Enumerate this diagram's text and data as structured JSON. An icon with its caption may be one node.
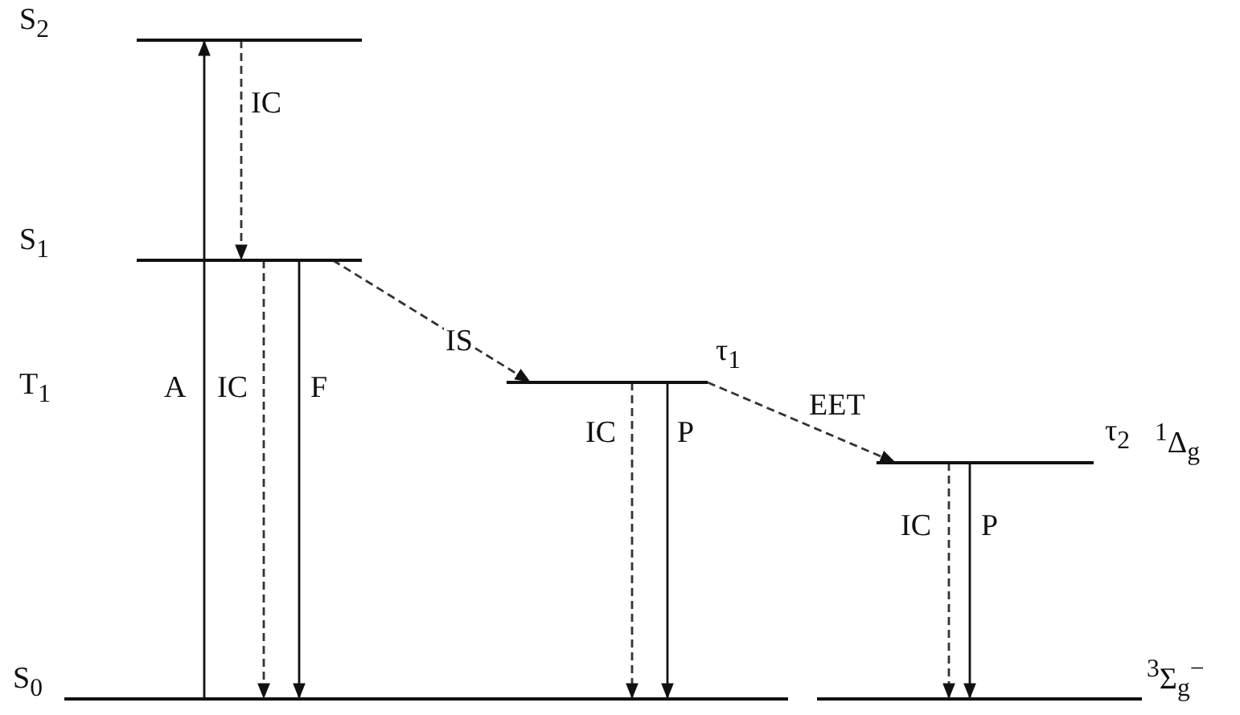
{
  "diagram": {
    "nodes": [
      {
        "text": [
          "S$_{2}$"
        ]
      },
      {
        "text": [
          "S$_{1}$"
        ]
      },
      {
        "text": [
          "τ$_{1}$"
        ]
      },
      {
        "text": [
          "$^{1}$Δ$_{g}$"
        ],
        "beside": [
          "τ$_{2}$"
        ]
      },
      {
        "text": [
          "S$_{0}$"
        ]
      },
      {
        "text": [
          "$^{3}$Σ$_{g}$$^{−}$"
        ]
      }
    ],
    "edges": [
      {
        "from": 4,
        "to": 0,
        "arrow": "to",
        "label": "A"
      },
      {
        "from": 0,
        "to": 1,
        "arrow": "to",
        "label": "IC",
        "style": "dashed"
      },
      {
        "from": 1,
        "to": 4,
        "arrow": "to",
        "label": "IC",
        "style": "dashed"
      },
      {
        "from": 1,
        "to": 4,
        "arrow": "to",
        "label": "F"
      },
      {
        "from": 1,
        "to": 2,
        "arrow": "to",
        "label": "IS",
        "style": "dashed"
      },
      {
        "from": 2,
        "to": 4,
        "arrow": "to",
        "label": "IC",
        "style": "dashed"
      },
      {
        "from": 2,
        "to": 4,
        "arrow": "to",
        "label": "P"
      },
      {
        "from": 2,
        "to": 3,
        "arrow": "to",
        "label": "EET",
        "style": "dashed"
      },
      {
        "from": 3,
        "to": 5,
        "arrow": "to",
        "label": "IC",
        "style": "dashed"
      },
      {
        "from": 3,
        "to": 5,
        "arrow": "to",
        "label": "P"
      }
    ],
    "labels": [
      "T$_{1}$"
    ]
  }
}
